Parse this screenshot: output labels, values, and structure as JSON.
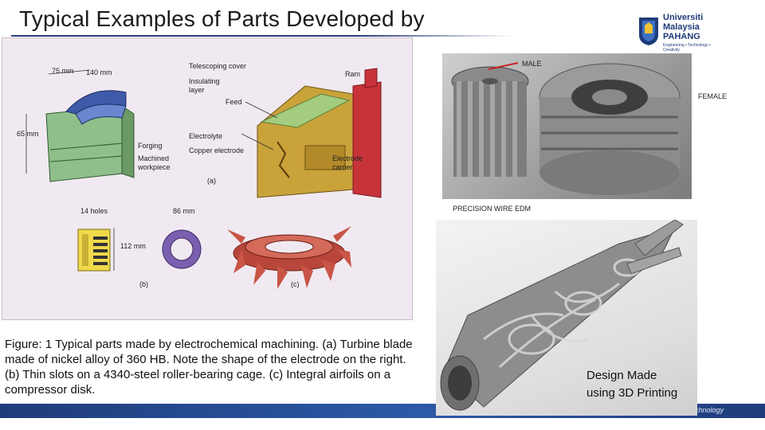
{
  "title": "Typical Examples of  Parts Developed by",
  "logo": {
    "line1": "Universiti",
    "line2": "Malaysia",
    "line3": "PAHANG",
    "tagline": "Engineering • Technology • Creativity",
    "shield_color": "#1f3c7a"
  },
  "footer_text": "Technology",
  "figure": {
    "labels": {
      "dim_75": "75 mm",
      "dim_140": "140 mm",
      "dim_65": "65 mm",
      "telescoping_cover": "Telescoping cover",
      "ram": "Ram",
      "insulating_layer_1": "Insulating",
      "insulating_layer_2": "layer",
      "feed": "Feed",
      "electrolyte": "Electrolyte",
      "copper_electrode": "Copper electrode",
      "forging": "Forging",
      "machined_workpiece_1": "Machined",
      "machined_workpiece_2": "workpiece",
      "electrode_carrier_1": "Electrode",
      "electrode_carrier_2": "carrier",
      "panel_a": "(a)",
      "holes": "14 holes",
      "dim_86": "86 mm",
      "dim_112": "112 mm",
      "panel_b": "(b)",
      "panel_c": "(c)"
    },
    "caption": "Figure: 1 Typical parts made by electrochemical machining.  (a) Turbine blade made of nickel alloy of 360 HB.  Note the shape of the electrode on the right.  (b)  Thin slots on a 4340-steel roller-bearing cage.  (c)  Integral airfoils on a compressor disk."
  },
  "edm_photo": {
    "male_label": "MALE",
    "female_label": "FEMALE",
    "caption": "PRECISION WIRE EDM"
  },
  "print_photo": {
    "caption": "Design Made using 3D Printing"
  },
  "colors": {
    "title_rule": "#2a3f7a",
    "footer": "#1f3c7a",
    "figure_bg": "#f1e9f1",
    "forging_blue": "#3f5aa8",
    "workpiece_green": "#8fbf8a",
    "electrode_gold": "#c9a23a",
    "carrier_red": "#c8333a",
    "slot_yellow": "#f0d94a",
    "disk_red": "#b8463a"
  }
}
